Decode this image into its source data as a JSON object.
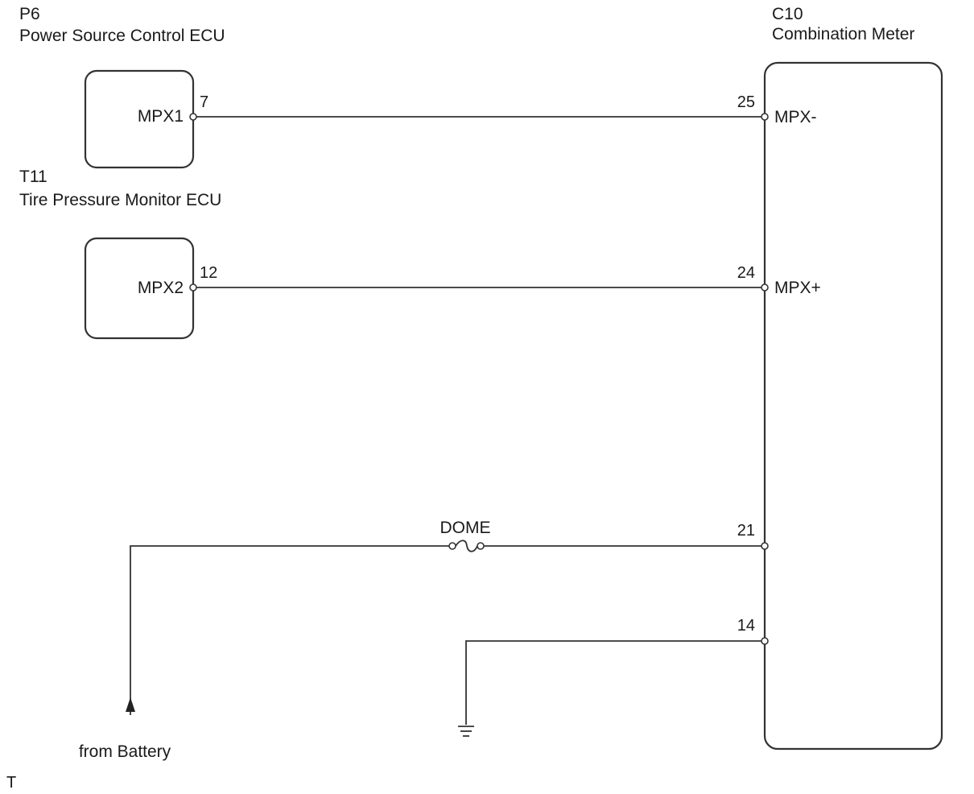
{
  "components": {
    "p6": {
      "code": "P6",
      "name": "Power Source Control ECU",
      "pin_name": "MPX1",
      "pin_number": "7"
    },
    "t11": {
      "code": "T11",
      "name": "Tire Pressure Monitor ECU",
      "pin_name": "MPX2",
      "pin_number": "12"
    },
    "c10": {
      "code": "C10",
      "name": "Combination Meter",
      "pins": {
        "mpx_minus": {
          "number": "25",
          "name": "MPX-"
        },
        "mpx_plus": {
          "number": "24",
          "name": "MPX+"
        },
        "power": {
          "number": "21"
        },
        "ground": {
          "number": "14"
        }
      }
    }
  },
  "fuse": {
    "label": "DOME"
  },
  "battery": {
    "label": "from Battery"
  },
  "footer_mark": "T",
  "icons": {
    "fuse": "fuse-icon",
    "ground": "ground-icon",
    "arrow": "arrow-up-icon",
    "terminal": "terminal-circle-icon"
  }
}
